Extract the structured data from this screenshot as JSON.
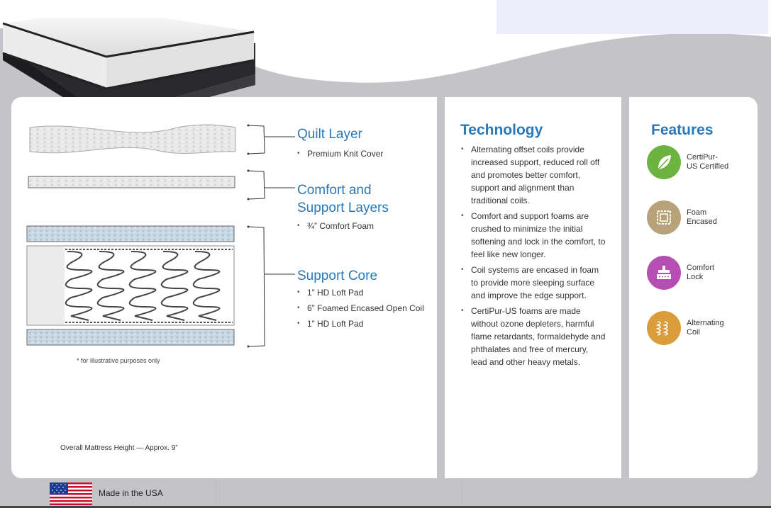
{
  "layers": [
    {
      "title_lines": [
        "Quilt Layer"
      ],
      "bullets": [
        "Premium Knit Cover"
      ]
    },
    {
      "title_lines": [
        "Comfort and",
        "Support Layers"
      ],
      "bullets": [
        "¾” Comfort Foam"
      ]
    },
    {
      "title_lines": [
        "Support Core"
      ],
      "bullets": [
        "1” HD Loft Pad",
        "6” Foamed Encased Open Coil",
        "1” HD Loft Pad"
      ]
    }
  ],
  "illustrative_note": "* for illustrative purposes only",
  "height_note": "Overall Mattress Height — Approx. 9”",
  "technology": {
    "title": "Technology",
    "bullets": [
      "Alternating offset coils provide increased support, reduced roll off and promotes better comfort, support and alignment than traditional coils.",
      "Comfort and support foams are crushed to minimize the initial softening and lock in the comfort, to feel like new longer.",
      "Coil systems are encased in foam to provide more sleeping surface and improve the edge support.",
      "CertiPur-US foams are made without ozone depleters, harmful flame retardants, formaldehyde and phthalates and free of mercury, lead and other heavy metals."
    ]
  },
  "features": {
    "title": "Features",
    "items": [
      {
        "label_lines": [
          "CertiPur-",
          "US Certified"
        ],
        "icon": "leaf-icon",
        "color": "#6db33f"
      },
      {
        "label_lines": [
          "Foam",
          "Encased"
        ],
        "icon": "foam-encased-icon",
        "color": "#b7a27a"
      },
      {
        "label_lines": [
          "Comfort",
          "Lock"
        ],
        "icon": "comfort-lock-icon",
        "color": "#b54fb3"
      },
      {
        "label_lines": [
          "Alternating",
          "Coil"
        ],
        "icon": "coil-icon",
        "color": "#d99d3a"
      }
    ]
  },
  "footer": {
    "made_in": "Made in the USA",
    "flag_icon": "us-flag-icon"
  },
  "colors": {
    "accent": "#2a78b8",
    "background_gray": "#c4c4c8"
  }
}
